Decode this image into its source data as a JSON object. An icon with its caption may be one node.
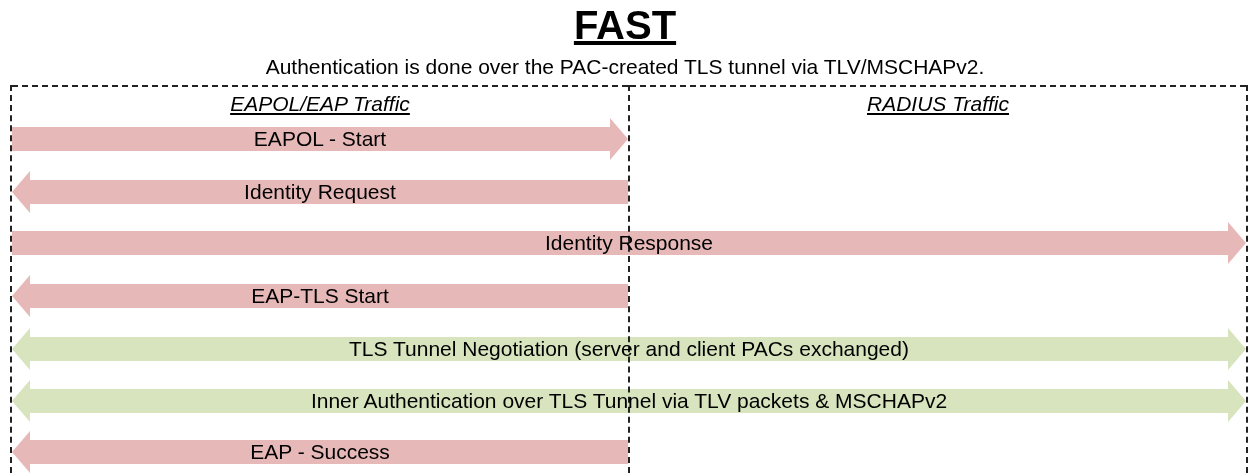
{
  "diagram": {
    "title": "FAST",
    "nodes": [
      {
        "text": [
          "EAPOL/EAP Traffic"
        ]
      },
      {
        "text": [
          "RADIUS Traffic"
        ]
      },
      {
        "text": [],
        "shape": "line"
      },
      {
        "text": [],
        "shape": "line"
      },
      {
        "text": [],
        "shape": "line"
      }
    ],
    "edges": [
      {
        "from": 2,
        "to": 3,
        "arrow": "to",
        "label": "EAPOL - Start"
      },
      {
        "from": 3,
        "to": 2,
        "arrow": "to",
        "label": "Identity Request"
      },
      {
        "from": 2,
        "to": 4,
        "arrow": "to",
        "label": "Identity Response"
      },
      {
        "from": 3,
        "to": 2,
        "arrow": "to",
        "label": "EAP-TLS Start"
      },
      {
        "from": 2,
        "to": 4,
        "arrow": "both",
        "label": "TLS Tunnel Negotiation (server and client PACs exchanged)",
        "color": "#d7e4bd"
      },
      {
        "from": 2,
        "to": 4,
        "arrow": "both",
        "label": "Inner Authentication over TLS Tunnel via TLV packets & MSCHAPv2",
        "color": "#d7e4bd"
      },
      {
        "from": 3,
        "to": 2,
        "arrow": "to",
        "label": "EAP - Success"
      }
    ],
    "labels": [
      "Authentication is done over the PAC-created TLS tunnel via TLV/MSCHAPv2."
    ]
  }
}
